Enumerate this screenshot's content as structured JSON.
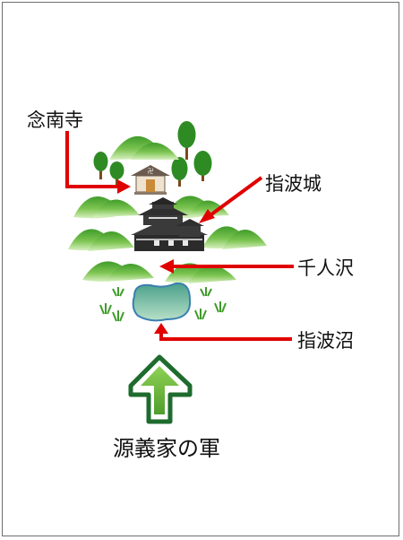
{
  "labels": {
    "temple": "念南寺",
    "castle": "指波城",
    "marsh_field": "千人沢",
    "pond": "指波沼",
    "army": "源義家の軍"
  },
  "colors": {
    "arrow_red": "#e00000",
    "hill_light": "#a8de7a",
    "hill_dark": "#3f9c2a",
    "pond": "#6fb39c",
    "pond_outline": "#3a7fb0",
    "tree": "#2e8b23",
    "trunk": "#7a4a1e",
    "up_arrow_fill": "#66b83a",
    "up_arrow_outline": "#1e6b2e"
  },
  "icons": {
    "temple": "temple-icon",
    "castle": "castle-icon",
    "pond": "pond-icon",
    "army_direction": "up-arrow-icon"
  }
}
